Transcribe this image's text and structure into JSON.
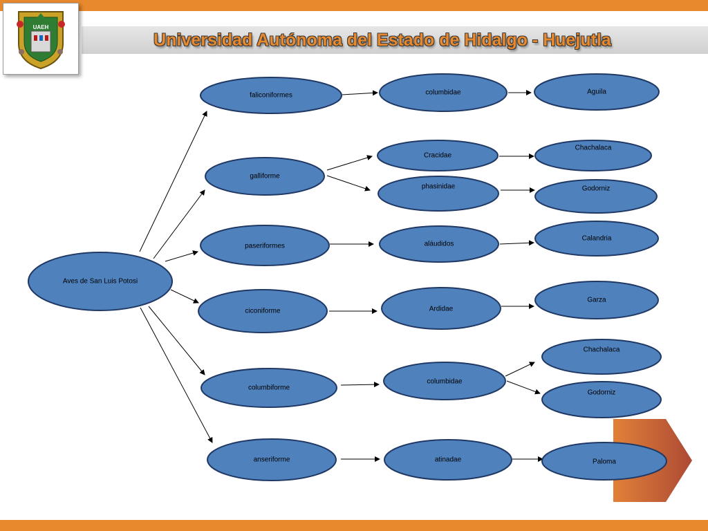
{
  "header": {
    "title": "Universidad Autónoma del Estado de Hidalgo - Huejutla",
    "logo_text": "UAEH"
  },
  "colors": {
    "accent_orange": "#e8892d",
    "node_fill": "#4f81bd",
    "node_stroke": "#1f3864"
  },
  "diagram": {
    "root": "Aves de San Luis Potosi",
    "orders": [
      "faliconiformes",
      "galliforme",
      "paseriformes",
      "ciconiforme",
      "columbiforme",
      "anseriforme"
    ],
    "families": [
      "columbidae",
      "Cracidae",
      "phasinidae",
      "aláudidos",
      "Ardidae",
      "columbidae",
      "atinadae"
    ],
    "species": [
      "Aguila",
      "Chachalaca",
      "Godorniz",
      "Calandria",
      "Garza",
      "Chachalaca",
      "Godorniz",
      "Paloma"
    ]
  }
}
